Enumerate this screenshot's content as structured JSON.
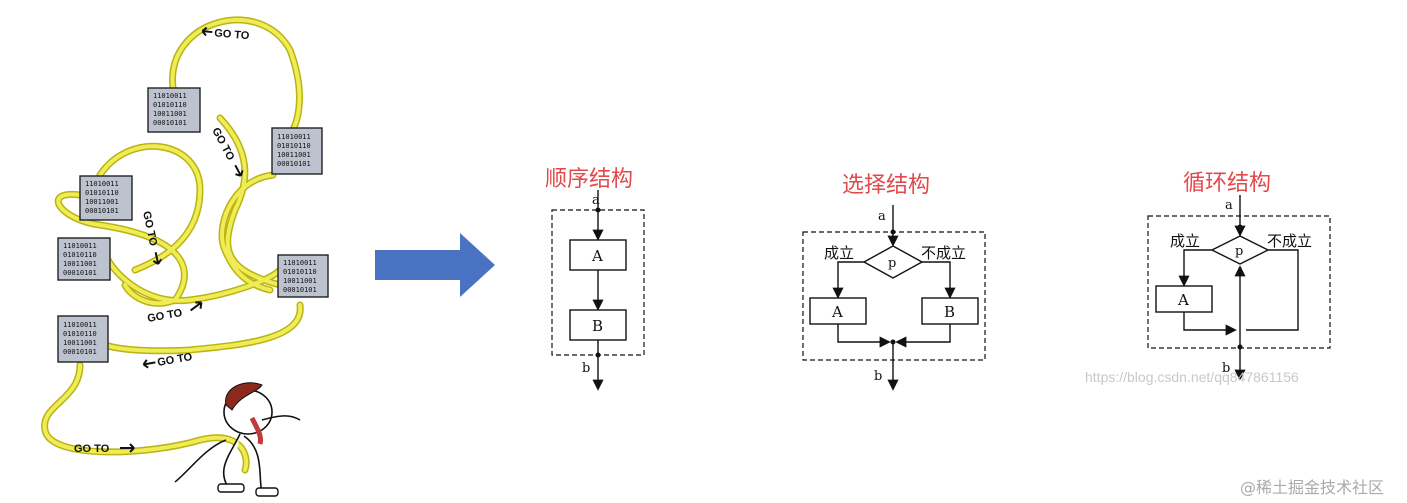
{
  "left_illustration": {
    "code_lines": [
      "11010011",
      "01010110",
      "10011001",
      "00010101"
    ],
    "goto_label": "GO TO"
  },
  "arrow_color": "#4a72c2",
  "flowcharts": {
    "sequence": {
      "title": "顺序结构",
      "entry": "a",
      "exit": "b",
      "box_a": "A",
      "box_b": "B"
    },
    "selection": {
      "title": "选择结构",
      "entry": "a",
      "exit": "b",
      "condition": "p",
      "true_label": "成立",
      "false_label": "不成立",
      "box_a": "A",
      "box_b": "B"
    },
    "loop": {
      "title": "循环结构",
      "entry": "a",
      "exit": "b",
      "condition": "p",
      "true_label": "成立",
      "false_label": "不成立",
      "box_a": "A"
    }
  },
  "watermarks": {
    "url": "https://blog.csdn.net/qq847861156",
    "site": "@稀土掘金技术社区"
  }
}
